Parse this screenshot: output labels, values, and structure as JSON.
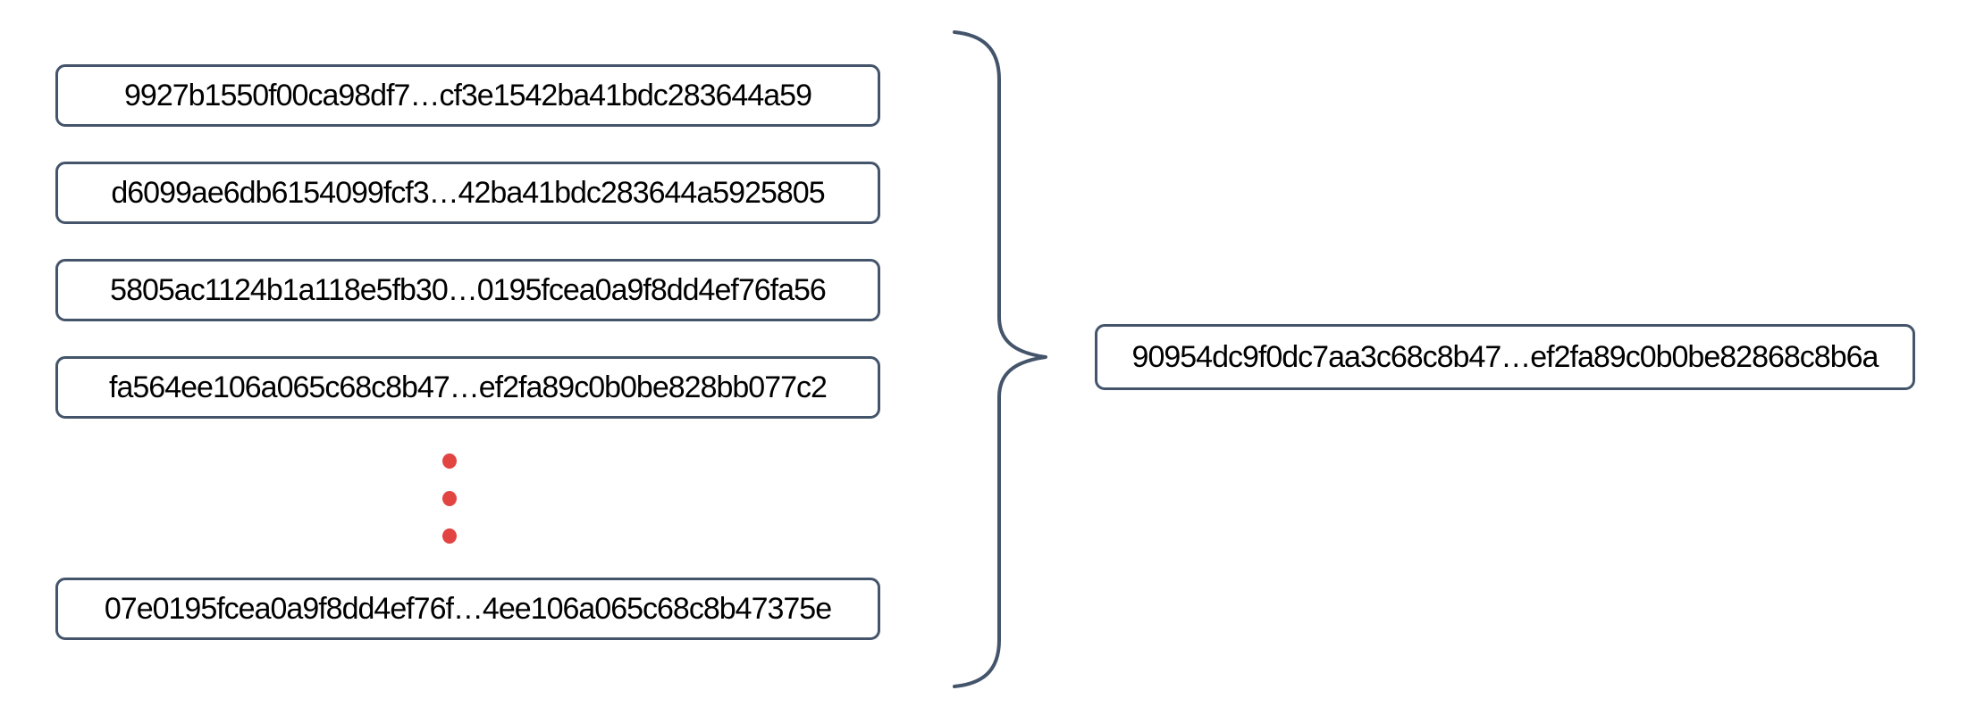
{
  "diagram": {
    "input_hashes": [
      "9927b1550f00ca98df7…cf3e1542ba41bdc283644a59",
      "d6099ae6db6154099fcf3…42ba41bdc283644a5925805",
      "5805ac1124b1a118e5fb30…0195fcea0a9f8dd4ef76fa56",
      "fa564ee106a065c68c8b47…ef2fa89c0b0be828bb077c2",
      "07e0195fcea0a9f8dd4ef76f…4ee106a065c68c8b47375e"
    ],
    "output_hash": "90954dc9f0dc7aa3c68c8b47…ef2fa89c0b0be82868c8b6a",
    "ellipsis": {
      "dot_count": 3
    },
    "icons": {
      "brace": "right-curly-brace"
    },
    "colors": {
      "box_border": "#44546A",
      "brace_stroke": "#44546A",
      "ellipsis_dot": "#E24442",
      "text": "#000000",
      "background": "#FFFFFF"
    }
  }
}
